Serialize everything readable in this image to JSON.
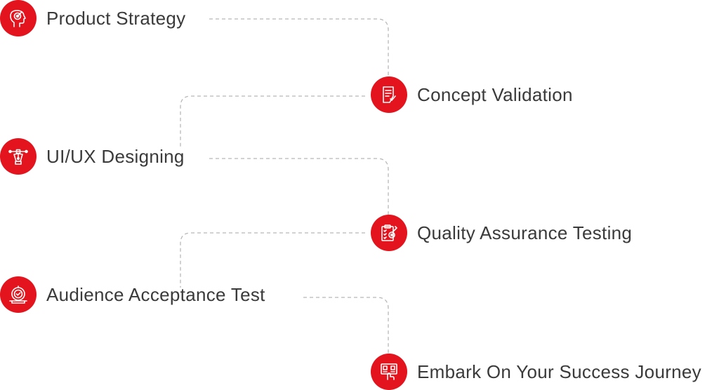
{
  "steps": [
    {
      "label": "Product Strategy",
      "icon": "target-head-icon"
    },
    {
      "label": "Concept Validation",
      "icon": "document-check-icon"
    },
    {
      "label": "UI/UX Designing",
      "icon": "pen-tool-icon"
    },
    {
      "label": "Quality Assurance Testing",
      "icon": "clipboard-gear-icon"
    },
    {
      "label": "Audience Acceptance Test",
      "icon": "approval-badge-icon"
    },
    {
      "label": "Embark On Your Success Journey",
      "icon": "success-journey-icon"
    }
  ],
  "colors": {
    "accent": "#e3141d",
    "text": "#3a3a3a",
    "connector": "#b8b8b8"
  }
}
